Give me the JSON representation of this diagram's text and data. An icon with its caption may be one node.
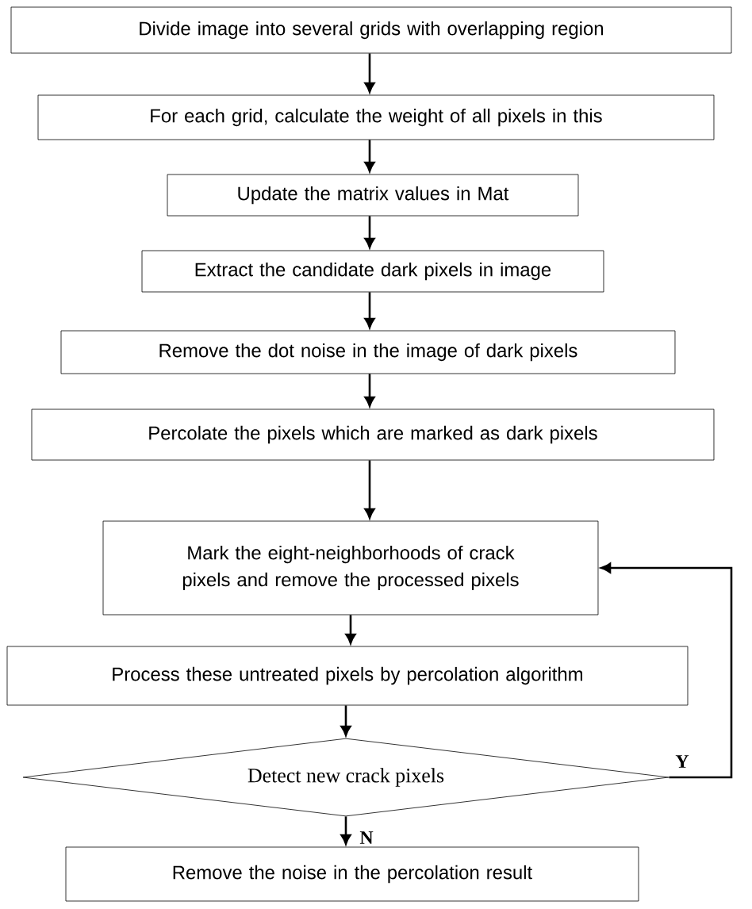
{
  "diagram": {
    "nodes": [
      {
        "text": [
          "Divide image into several grids with overlapping region"
        ]
      },
      {
        "text": [
          "For each grid, calculate the weight of all pixels in this"
        ]
      },
      {
        "text": [
          "Update the matrix values in Mat"
        ]
      },
      {
        "text": [
          "Extract the candidate dark pixels in image"
        ]
      },
      {
        "text": [
          "Remove the dot noise in the image of dark pixels"
        ]
      },
      {
        "text": [
          "Percolate the pixels which are marked as dark pixels"
        ]
      },
      {
        "text": [
          "Mark the eight-neighborhoods of crack pixels and remove the processed pixels"
        ]
      },
      {
        "text": [
          "Process these untreated pixels by percolation algorithm"
        ]
      },
      {
        "text": [
          "Detect new crack pixels"
        ]
      },
      {
        "text": [
          "Remove the noise in the percolation result"
        ]
      }
    ],
    "edges": [
      {
        "from": 0,
        "to": 1,
        "arrow": "to"
      },
      {
        "from": 1,
        "to": 2,
        "arrow": "to"
      },
      {
        "from": 2,
        "to": 3,
        "arrow": "to"
      },
      {
        "from": 3,
        "to": 4,
        "arrow": "to"
      },
      {
        "from": 4,
        "to": 5,
        "arrow": "to"
      },
      {
        "from": 5,
        "to": 6,
        "arrow": "to"
      },
      {
        "from": 6,
        "to": 7,
        "arrow": "to"
      },
      {
        "from": 7,
        "to": 8,
        "arrow": "to"
      },
      {
        "from": 8,
        "to": 9,
        "arrow": "to",
        "label": "N"
      },
      {
        "from": 8,
        "to": 6,
        "arrow": "to",
        "label": "Y"
      }
    ]
  }
}
